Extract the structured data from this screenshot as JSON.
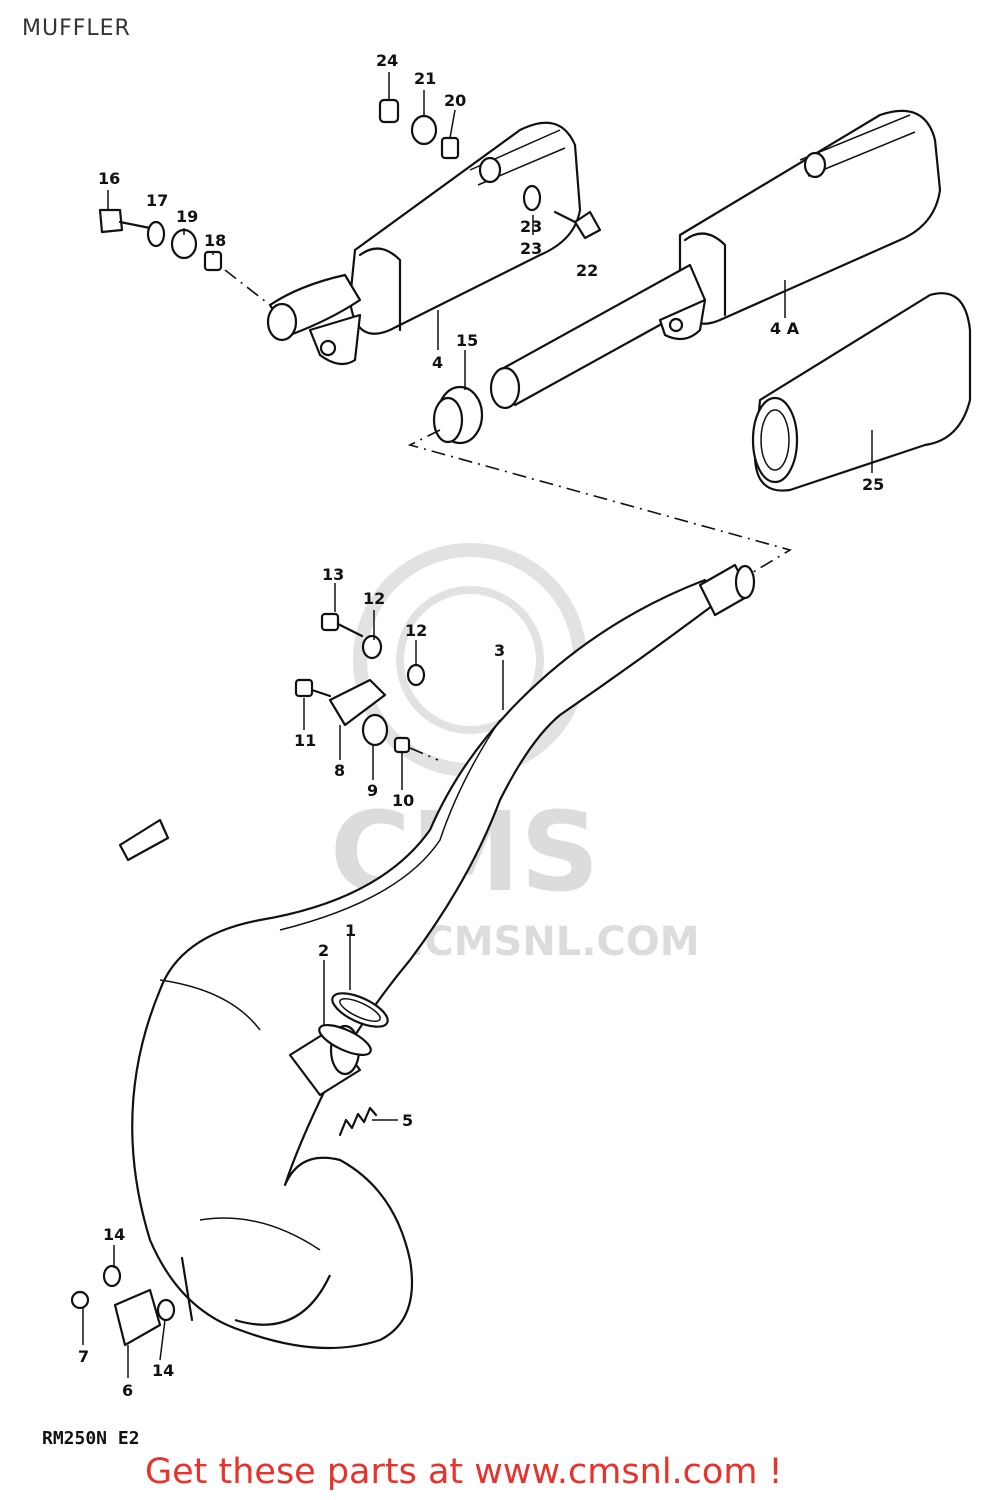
{
  "title": "MUFFLER",
  "model_code": "RM250N E2",
  "cta": "Get these parts at www.cmsnl.com !",
  "watermark": {
    "brand": "CMS",
    "url": "WWW.CMSNL.COM"
  },
  "colors": {
    "cta": "#e8322b",
    "ink": "#111111",
    "watermark": "#dcdcdc"
  },
  "callouts": {
    "c24": "24",
    "c21": "21",
    "c20": "20",
    "c16": "16",
    "c17": "17",
    "c19": "19",
    "c18": "18",
    "c23a": "23",
    "c23b": "23",
    "c22": "22",
    "c4": "4",
    "c4a": "4 A",
    "c15": "15",
    "c25": "25",
    "c13": "13",
    "c12a": "12",
    "c12b": "12",
    "c3": "3",
    "c11": "11",
    "c8": "8",
    "c9": "9",
    "c10": "10",
    "c1": "1",
    "c2": "2",
    "c5": "5",
    "c14a": "14",
    "c14b": "14",
    "c7": "7",
    "c6": "6"
  }
}
